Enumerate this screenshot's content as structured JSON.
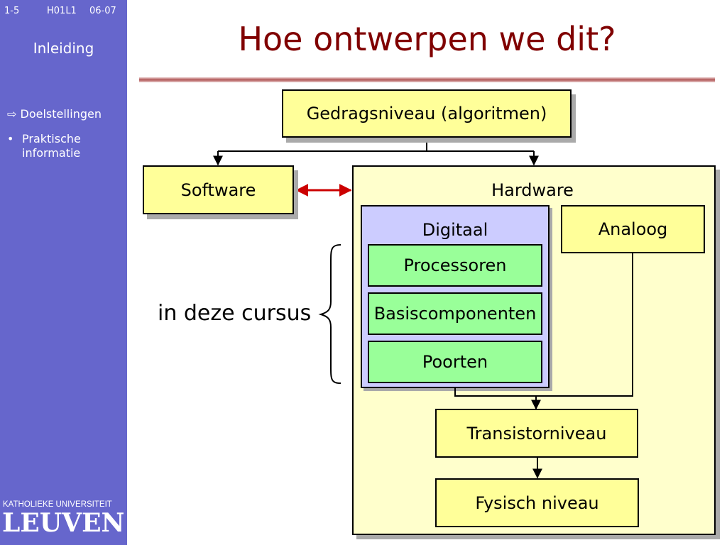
{
  "header": {
    "slide_number": "1-5",
    "course_code": "H01L1",
    "year": "06-07",
    "section": "Inleiding"
  },
  "nav": {
    "items": [
      {
        "label": "Doelstellingen",
        "marker": "⇨"
      },
      {
        "label": "Praktische informatie",
        "marker": "•"
      }
    ]
  },
  "logo": {
    "line1": "KATHOLIEKE UNIVERSITEIT",
    "line2": "LEUVEN"
  },
  "title": "Hoe ontwerpen we dit?",
  "diagram": {
    "behavior": "Gedragsniveau (algoritmen)",
    "software": "Software",
    "hardware": "Hardware",
    "digital": "Digitaal",
    "analog": "Analoog",
    "processors": "Processoren",
    "basic_components": "Basiscomponenten",
    "gates": "Poorten",
    "transistor": "Transistorniveau",
    "physical": "Fysisch niveau",
    "brace_label": "in deze cursus"
  },
  "colors": {
    "sidebar": "#6666cc",
    "title": "#800000",
    "yellow_box": "#ffff99",
    "green_box": "#99ff99",
    "digital_box": "#ccccff",
    "hardware_box": "#ffffcc",
    "double_arrow": "#cc0000"
  }
}
